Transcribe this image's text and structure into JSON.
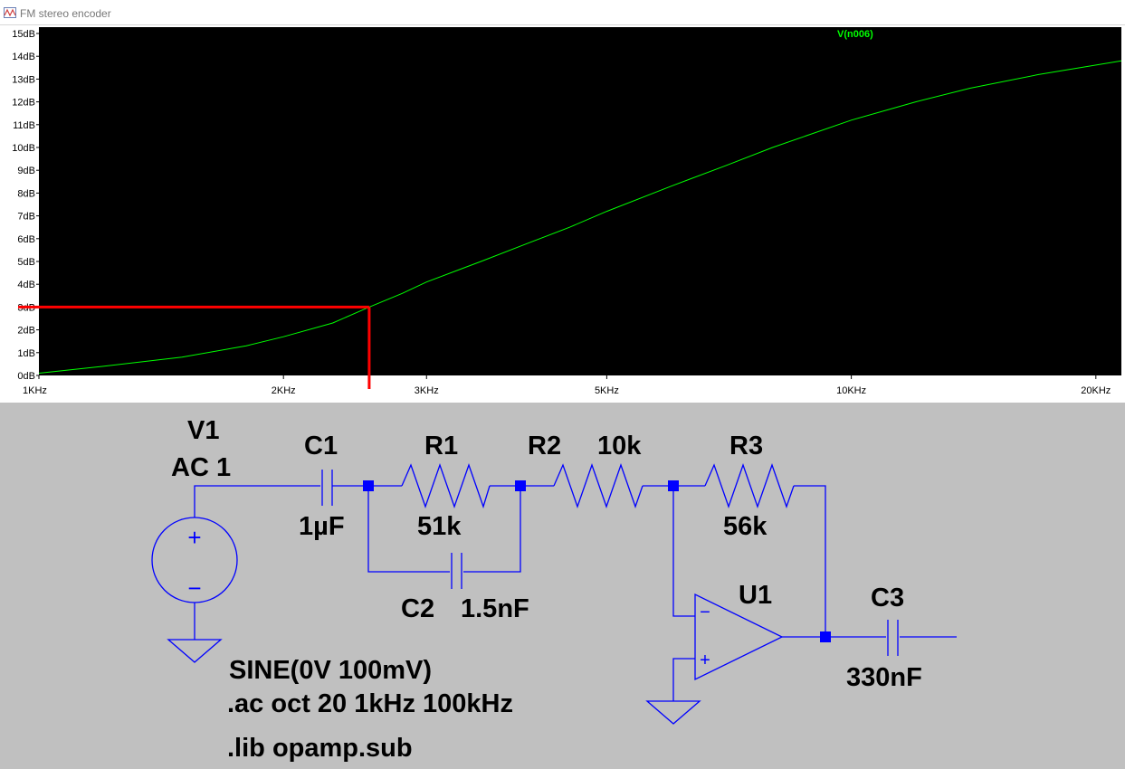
{
  "window": {
    "title": "FM stereo encoder",
    "icon": "waveform-app-icon"
  },
  "plot": {
    "trace_label": "V(n006)",
    "colors": {
      "background": "#000000",
      "trace": "#00ff00",
      "marker": "#ff0000",
      "frame": "#ffffff"
    }
  },
  "chart_data": {
    "type": "line",
    "title": "",
    "xlabel": "",
    "ylabel": "",
    "x_scale": "log",
    "xlim": [
      1000,
      21500
    ],
    "ylim": [
      0,
      15
    ],
    "x_ticks": [
      {
        "value": 1000,
        "label": "1KHz"
      },
      {
        "value": 2000,
        "label": "2KHz"
      },
      {
        "value": 3000,
        "label": "3KHz"
      },
      {
        "value": 5000,
        "label": "5KHz"
      },
      {
        "value": 10000,
        "label": "10KHz"
      },
      {
        "value": 20000,
        "label": "20KHz"
      }
    ],
    "y_ticks": [
      {
        "value": 0,
        "label": "0dB"
      },
      {
        "value": 1,
        "label": "1dB"
      },
      {
        "value": 2,
        "label": "2dB"
      },
      {
        "value": 3,
        "label": "3dB"
      },
      {
        "value": 4,
        "label": "4dB"
      },
      {
        "value": 5,
        "label": "5dB"
      },
      {
        "value": 6,
        "label": "6dB"
      },
      {
        "value": 7,
        "label": "7dB"
      },
      {
        "value": 8,
        "label": "8dB"
      },
      {
        "value": 9,
        "label": "9dB"
      },
      {
        "value": 10,
        "label": "10dB"
      },
      {
        "value": 11,
        "label": "11dB"
      },
      {
        "value": 12,
        "label": "12dB"
      },
      {
        "value": 13,
        "label": "13dB"
      },
      {
        "value": 14,
        "label": "14dB"
      },
      {
        "value": 15,
        "label": "15dB"
      }
    ],
    "series": [
      {
        "name": "V(n006)",
        "x": [
          1000,
          1200,
          1500,
          1800,
          2000,
          2300,
          2550,
          2800,
          3000,
          3500,
          4000,
          4500,
          5000,
          6000,
          7000,
          8000,
          10000,
          12000,
          14000,
          17000,
          21500
        ],
        "y": [
          0.1,
          0.4,
          0.8,
          1.3,
          1.7,
          2.3,
          3.0,
          3.6,
          4.1,
          5.0,
          5.8,
          6.5,
          7.2,
          8.3,
          9.2,
          10.0,
          11.2,
          12.0,
          12.6,
          13.2,
          13.8
        ]
      }
    ],
    "marker": {
      "x": 2550,
      "y": 3,
      "color": "#ff0000"
    },
    "grid": false
  },
  "schematic": {
    "labels": {
      "v1_name": "V1",
      "v1_value": "AC 1",
      "c1_name": "C1",
      "c1_value": "1µF",
      "r1_name": "R1",
      "r1_value": "51k",
      "r2_name": "R2",
      "r2_value": "10k",
      "r3_name": "R3",
      "r3_value": "56k",
      "c2_name": "C2",
      "c2_value": "1.5nF",
      "u1_name": "U1",
      "c3_name": "C3",
      "c3_value": "330nF",
      "plus_sign": "+",
      "minus_sign": "−",
      "opamp_minus": "−",
      "opamp_plus": "+"
    },
    "directives": {
      "source": "SINE(0V 100mV)",
      "analysis": ".ac oct 20 1kHz 100kHz",
      "library": ".lib opamp.sub"
    },
    "colors": {
      "wire": "#0000ff",
      "text": "#000000",
      "background": "#c0c0c0"
    }
  }
}
